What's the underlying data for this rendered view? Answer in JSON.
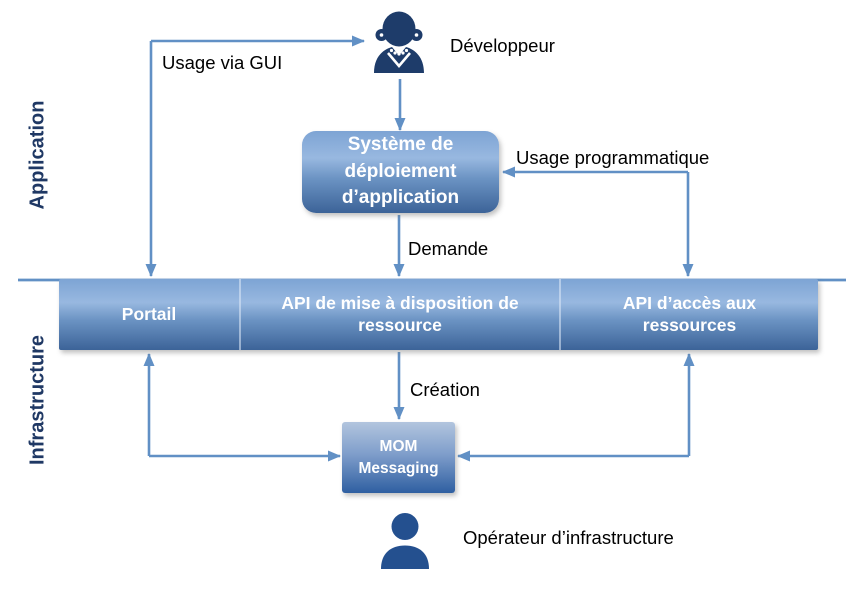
{
  "layers": [
    {
      "label": "Application"
    },
    {
      "label": "Infrastructure"
    }
  ],
  "actors": [
    {
      "label": "Développeur",
      "icon": "developer-person-icon"
    },
    {
      "label": "Opérateur d’infrastructure",
      "icon": "operator-person-icon"
    }
  ],
  "nodes": [
    {
      "label": "Système de déploiement d’application"
    },
    {
      "label": "Portail"
    },
    {
      "label": "API de mise à disposition de ressource"
    },
    {
      "label": "API  d’accès aux ressources"
    },
    {
      "label": "MOM Messaging"
    }
  ],
  "edges": [
    {
      "label": "Usage via GUI",
      "from": "Portail",
      "to": "Développeur",
      "bidirectional": true
    },
    {
      "label": "",
      "from": "Développeur",
      "to": "Système de déploiement d’application",
      "bidirectional": false
    },
    {
      "label": "Usage programmatique",
      "from": "API d’accès aux ressources",
      "to": "Système de déploiement d’application",
      "bidirectional": true
    },
    {
      "label": "Demande",
      "from": "Système de déploiement d’application",
      "to": "API de mise à disposition de ressource",
      "bidirectional": false
    },
    {
      "label": "Création",
      "from": "API de mise à disposition de ressource",
      "to": "MOM Messaging",
      "bidirectional": false
    },
    {
      "label": "",
      "from": "Portail",
      "to": "MOM Messaging",
      "bidirectional": true
    },
    {
      "label": "",
      "from": "API d’accès aux ressources",
      "to": "MOM Messaging",
      "bidirectional": true
    }
  ],
  "colors": {
    "line": "#6190c5",
    "boxTop": "#7da4d4",
    "boxShine": "#98b8e0",
    "boxMid": "#6b93c3",
    "boxBottom": "#3c6398",
    "momTop": "#b2c5de",
    "momMid": "#7f9ecb",
    "momBottom": "#2f5fa1",
    "layerText": "#1f3864",
    "personDev": "#1e3c6a",
    "personOp": "#24508f"
  }
}
